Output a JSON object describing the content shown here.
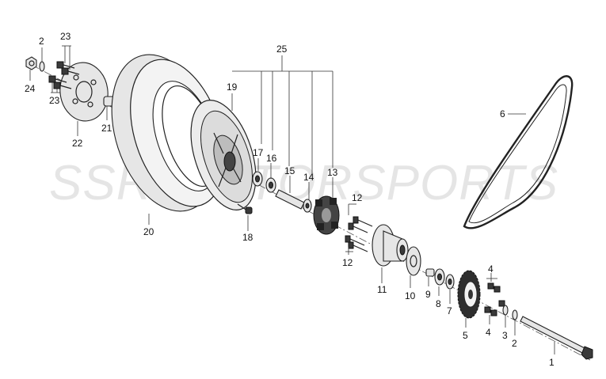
{
  "watermark": "SSR MOTORSPORTS",
  "callouts": {
    "c1": "1",
    "c2a": "2",
    "c2b": "2",
    "c3": "3",
    "c4a": "4",
    "c4b": "4",
    "c5": "5",
    "c6": "6",
    "c7": "7",
    "c8": "8",
    "c9": "9",
    "c10": "10",
    "c11": "11",
    "c12a": "12",
    "c12b": "12",
    "c13": "13",
    "c14": "14",
    "c15": "15",
    "c16": "16",
    "c17": "17",
    "c18": "18",
    "c19": "19",
    "c20": "20",
    "c21": "21",
    "c22": "22",
    "c23a": "23",
    "c23b": "23",
    "c24": "24",
    "c25": "25"
  }
}
